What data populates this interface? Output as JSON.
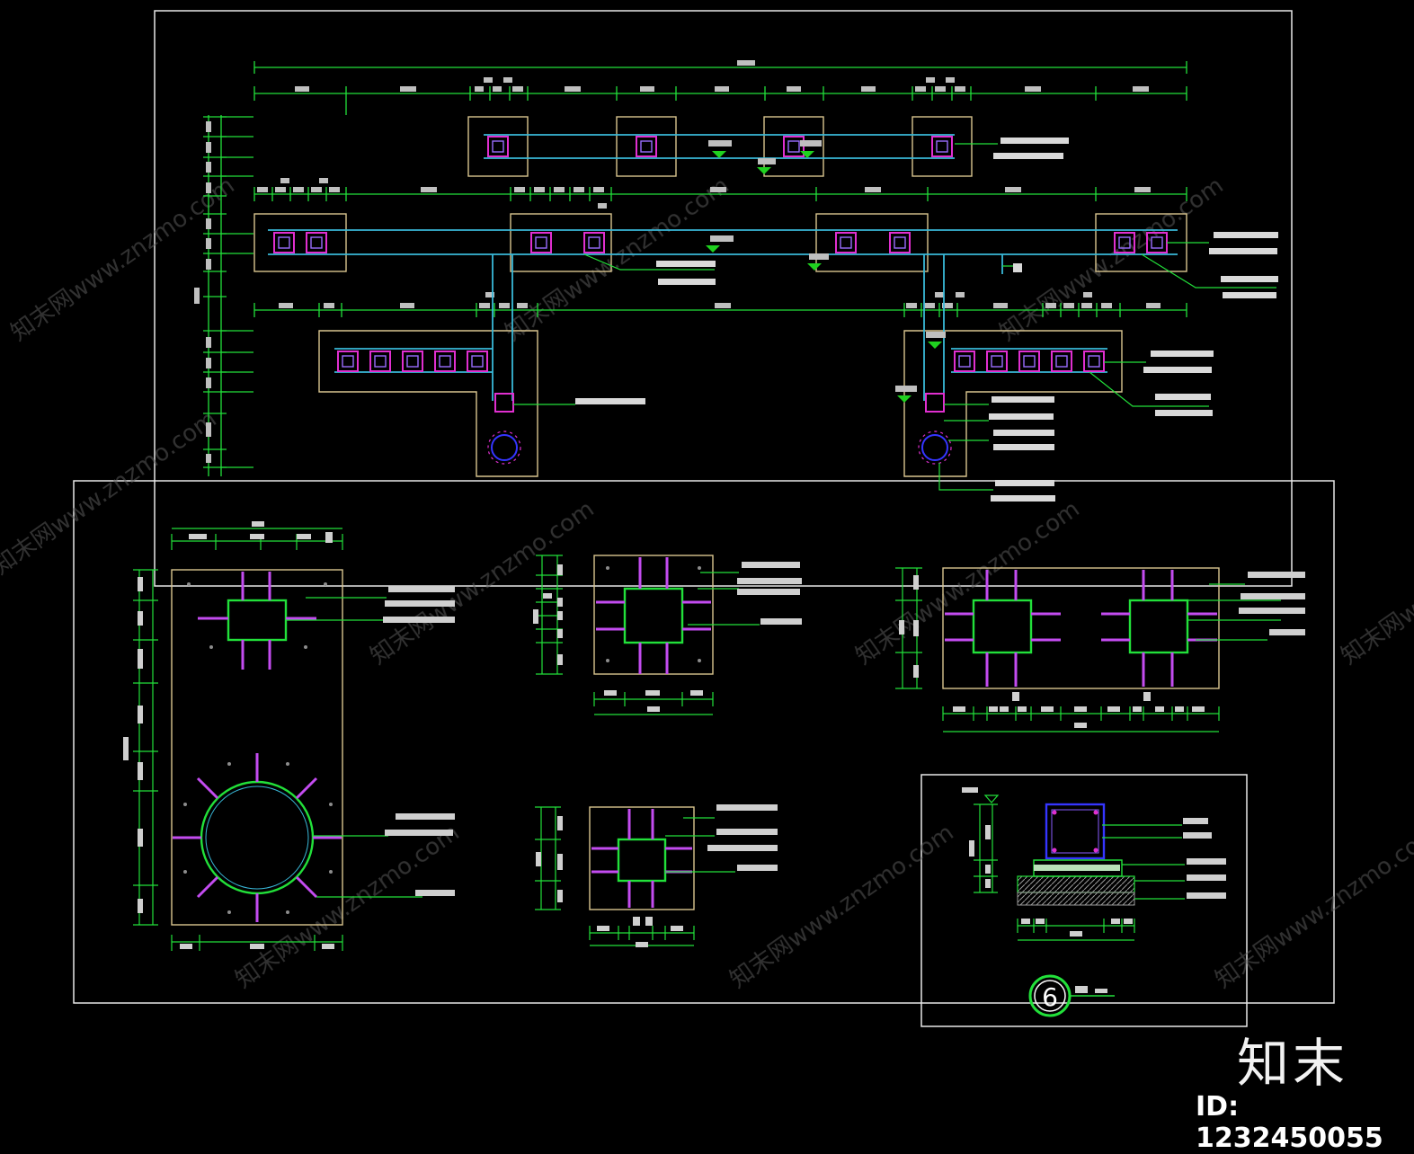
{
  "colors": {
    "frame": "#e8e8e8",
    "dimension": "#22e03a",
    "footing": "#d9c58f",
    "beam": "#39b8d8",
    "column": "#e02fd0",
    "rebar": "#c34cf0",
    "leader": "#22e03a",
    "elevation_marker": "#1fd11f",
    "circle_column": "#3535ff",
    "label_box": "#ffffff"
  },
  "watermark": {
    "logo": "知末",
    "id_text": "ID: 1232450055",
    "diagonal_text": "知末网www.znzmo.com"
  },
  "detail_marker": {
    "number": "6"
  }
}
